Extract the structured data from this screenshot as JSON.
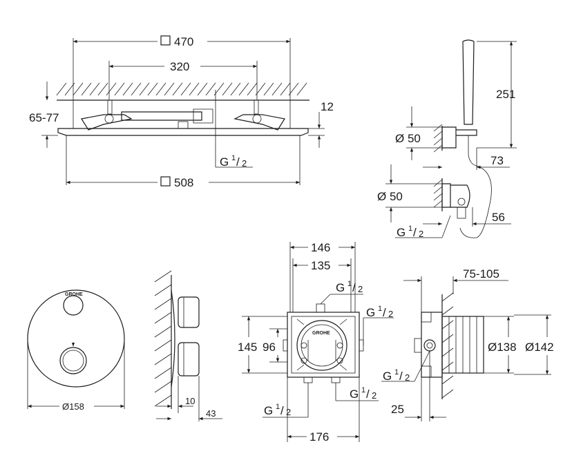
{
  "dimensions": {
    "rail_470": "470",
    "rail_320": "320",
    "height_65_77": "65-77",
    "thickness_12": "12",
    "rail_508": "508",
    "head_251": "251",
    "dia_50_top": "Ø 50",
    "dia_50_bottom": "Ø 50",
    "offset_73": "73",
    "offset_56": "56",
    "rosette_158": "Ø158",
    "depth_10": "10",
    "depth_43": "43",
    "box_146": "146",
    "box_135": "135",
    "box_145": "145",
    "box_96": "96",
    "box_176": "176",
    "depth_75_105": "75-105",
    "dia_138": "Ø138",
    "dia_142": "Ø142",
    "depth_25": "25"
  },
  "thread": {
    "prefix": "G",
    "numerator": "1",
    "denominator": "2"
  },
  "logo": {
    "brand": "GROHE"
  },
  "icons": {
    "square_symbol": "square-symbol-icon"
  }
}
